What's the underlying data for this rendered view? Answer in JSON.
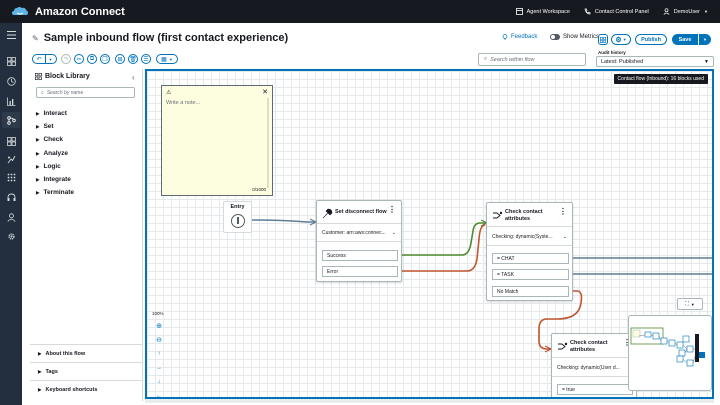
{
  "header": {
    "app_title": "Amazon Connect",
    "agent_workspace": "Agent Workspace",
    "contact_control_panel": "Contact Control Panel",
    "user": "DemoUser"
  },
  "flow": {
    "title": "Sample inbound flow (first contact experience)",
    "feedback": "Feedback",
    "show_metrics": "Show Metrics",
    "publish": "Publish",
    "save": "Save"
  },
  "toolbar": {
    "search_placeholder": "Search within flow",
    "audit_label": "Audit history",
    "audit_value": "Latest: Published"
  },
  "library": {
    "title": "Block Library",
    "search_placeholder": "Search by name",
    "categories": [
      "Interact",
      "Set",
      "Check",
      "Analyze",
      "Logic",
      "Integrate",
      "Terminate"
    ],
    "footer": [
      "About this flow",
      "Tags",
      "Keyboard shortcuts"
    ]
  },
  "canvas": {
    "usage": "Contact flow (Inbound): 16 blocks used",
    "note_placeholder": "Write a note...",
    "note_counter": "0/1000",
    "entry_label": "Entry",
    "zoom": "100%"
  },
  "blocks": {
    "disconnect": {
      "title": "Set disconnect flow",
      "subtitle": "Customer: arn:aws:connec...",
      "branches": [
        "Success",
        "Error"
      ]
    },
    "check1": {
      "title_line1": "Check contact",
      "title_line2": "attributes",
      "subtitle": "Checking: dynamic(Syste...",
      "branches": [
        "= CHAT",
        "= TASK",
        "No Match"
      ]
    },
    "check2": {
      "title_line1": "Check contact",
      "title_line2": "attributes",
      "subtitle": "Checking: dynamic(User d...",
      "branches": [
        "= true"
      ]
    }
  },
  "colors": {
    "accent": "#0073bb",
    "success_link": "#4d8a2e",
    "error_link": "#c0552f",
    "default_link": "#5f7d95"
  }
}
